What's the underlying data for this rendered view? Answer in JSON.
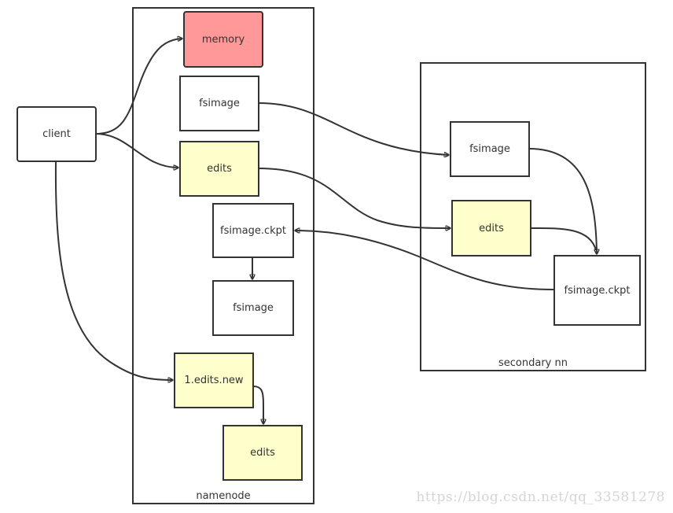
{
  "containers": {
    "namenode": {
      "label": "namenode"
    },
    "secondary": {
      "label": "secondary nn"
    }
  },
  "nodes": {
    "client": "client",
    "memory": "memory",
    "nn_fsimage": "fsimage",
    "nn_edits": "edits",
    "nn_fsimage_ckpt": "fsimage.ckpt",
    "nn_fsimage_new": "fsimage",
    "nn_edits_new": "1.edits.new",
    "nn_edits_bottom": "edits",
    "snn_fsimage": "fsimage",
    "snn_edits": "edits",
    "snn_fsimage_ckpt": "fsimage.ckpt"
  },
  "colors": {
    "memory_fill": "#ff9999",
    "edits_fill": "#ffffcc",
    "default_fill": "#ffffff",
    "stroke": "#333333"
  },
  "watermark": "https://blog.csdn.net/qq_33581278"
}
